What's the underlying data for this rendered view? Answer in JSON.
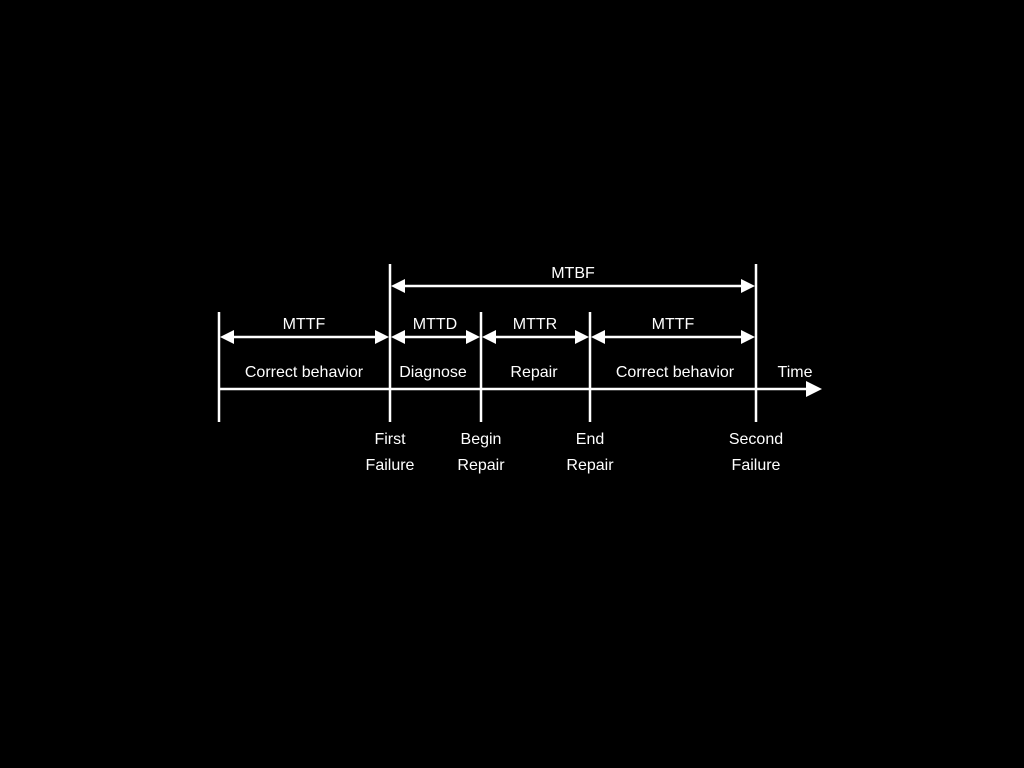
{
  "colors": {
    "background": "#000000",
    "foreground": "#ffffff"
  },
  "top_span": {
    "label": "MTBF"
  },
  "spans": [
    {
      "label": "MTTF"
    },
    {
      "label": "MTTD"
    },
    {
      "label": "MTTR"
    },
    {
      "label": "MTTF"
    }
  ],
  "phases": [
    {
      "label": "Correct behavior"
    },
    {
      "label": "Diagnose"
    },
    {
      "label": "Repair"
    },
    {
      "label": "Correct behavior"
    }
  ],
  "axis": {
    "label": "Time"
  },
  "events": [
    {
      "line1": "First",
      "line2": "Failure"
    },
    {
      "line1": "Begin",
      "line2": "Repair"
    },
    {
      "line1": "End",
      "line2": "Repair"
    },
    {
      "line1": "Second",
      "line2": "Failure"
    }
  ]
}
